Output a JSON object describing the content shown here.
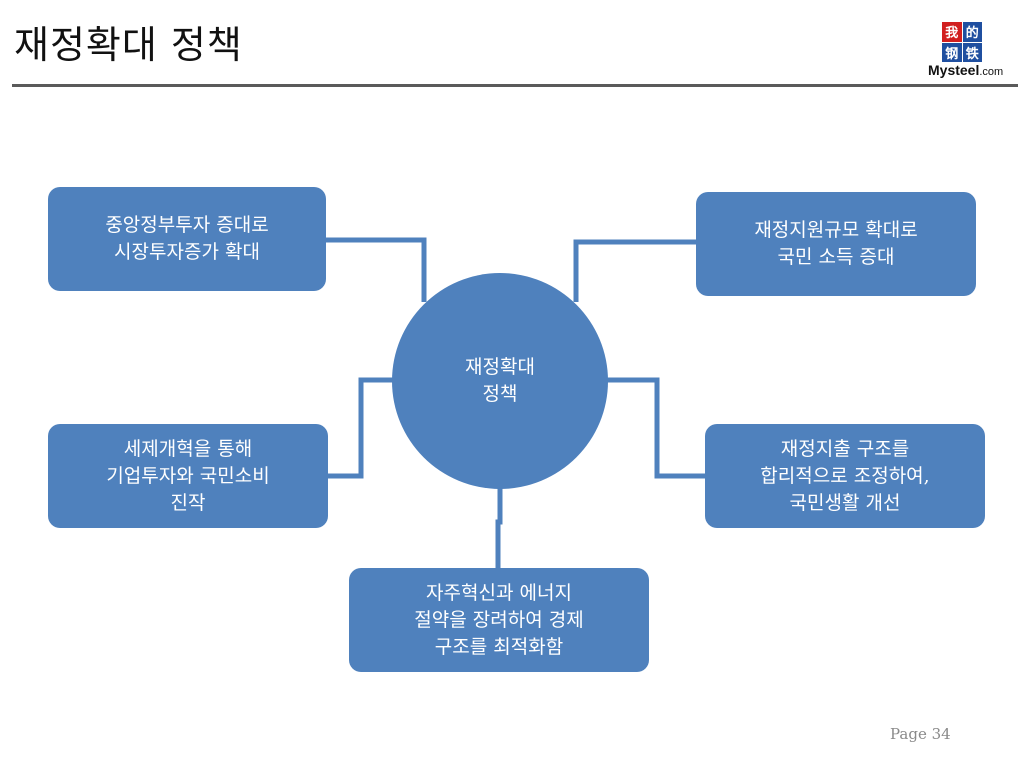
{
  "slide": {
    "title": "재정확대 정책",
    "page_label": "Page  34"
  },
  "logo": {
    "chars": [
      "我",
      "的",
      "钢",
      "铁"
    ],
    "word": "Mysteel",
    "suffix": ".com"
  },
  "diagram": {
    "hub": {
      "lines": [
        "재정확대",
        "정책"
      ]
    },
    "nodes": {
      "top_left": {
        "lines": [
          "중앙정부투자 증대로",
          "시장투자증가 확대"
        ]
      },
      "top_right": {
        "lines": [
          "재정지원규모 확대로",
          "국민 소득 증대"
        ]
      },
      "mid_left": {
        "lines": [
          "세제개혁을 통해",
          "기업투자와 국민소비",
          "진작"
        ]
      },
      "mid_right": {
        "lines": [
          "재정지출 구조를",
          "합리적으로 조정하여,",
          "국민생활 개선"
        ]
      },
      "bottom": {
        "lines": [
          "자주혁신과 에너지",
          "절약을 장려하여 경제",
          "구조를 최적화함"
        ]
      }
    }
  },
  "colors": {
    "node_fill": "#4f81bd",
    "connector": "#4f81bd",
    "rule": "#5a5a5a"
  }
}
